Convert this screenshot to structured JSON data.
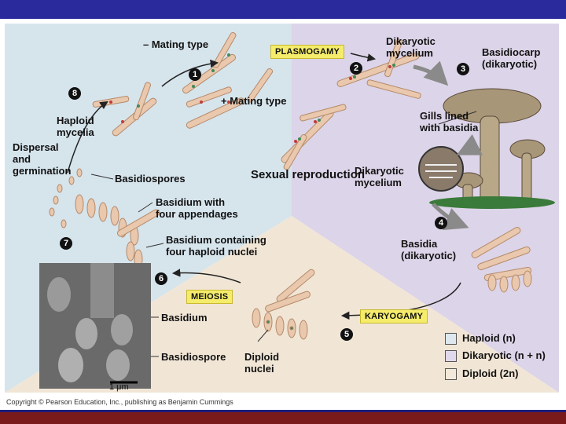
{
  "title": "Sexual reproduction",
  "stages": {
    "plasmogamy": "PLASMOGAMY",
    "karyogamy": "KARYOGAMY",
    "meiosis": "MEIOSIS"
  },
  "steps": [
    "1",
    "2",
    "3",
    "4",
    "5",
    "6",
    "7",
    "8"
  ],
  "labels": {
    "mating_minus": "– Mating type",
    "mating_plus": "+ Mating type",
    "dikaryotic_mycelium_top_1": "Dikaryotic",
    "dikaryotic_mycelium_top_2": "mycelium",
    "basidiocarp_1": "Basidiocarp",
    "basidiocarp_2": "(dikaryotic)",
    "gills_1": "Gills lined",
    "gills_2": "with basidia",
    "dikaryotic_mycelium_mid_1": "Dikaryotic",
    "dikaryotic_mycelium_mid_2": "mycelium",
    "basidia_1": "Basidia",
    "basidia_2": "(dikaryotic)",
    "haploid_mycelia_1": "Haploid",
    "haploid_mycelia_2": "mycelia",
    "dispersal_1": "Dispersal",
    "dispersal_2": "and",
    "dispersal_3": "germination",
    "basidiospores": "Basidiospores",
    "basidium_appendages_1": "Basidium with",
    "basidium_appendages_2": "four appendages",
    "basidium_nuclei_1": "Basidium containing",
    "basidium_nuclei_2": "four haploid nuclei",
    "basidium": "Basidium",
    "basidiospore": "Basidiospore",
    "diploid_nuclei_1": "Diploid",
    "diploid_nuclei_2": "nuclei",
    "scale": "1 μm"
  },
  "legend": [
    {
      "label": "Haploid (n)",
      "color": "#dce8ee"
    },
    {
      "label": "Dikaryotic (n + n)",
      "color": "#e0d8ec"
    },
    {
      "label": "Diploid (2n)",
      "color": "#f3e9da"
    }
  ],
  "colors": {
    "haploid_region": "#d6e4ec",
    "dikaryotic_region": "#dcd4e8",
    "diploid_region": "#f1e6d6",
    "hypha": "#e9c8ad",
    "nucleus_red": "#c23a3a",
    "nucleus_green": "#3e8a5a",
    "stage_box": "#f4ec6a"
  },
  "copyright": "Copyright © Pearson Education, Inc., publishing as Benjamin Cummings"
}
